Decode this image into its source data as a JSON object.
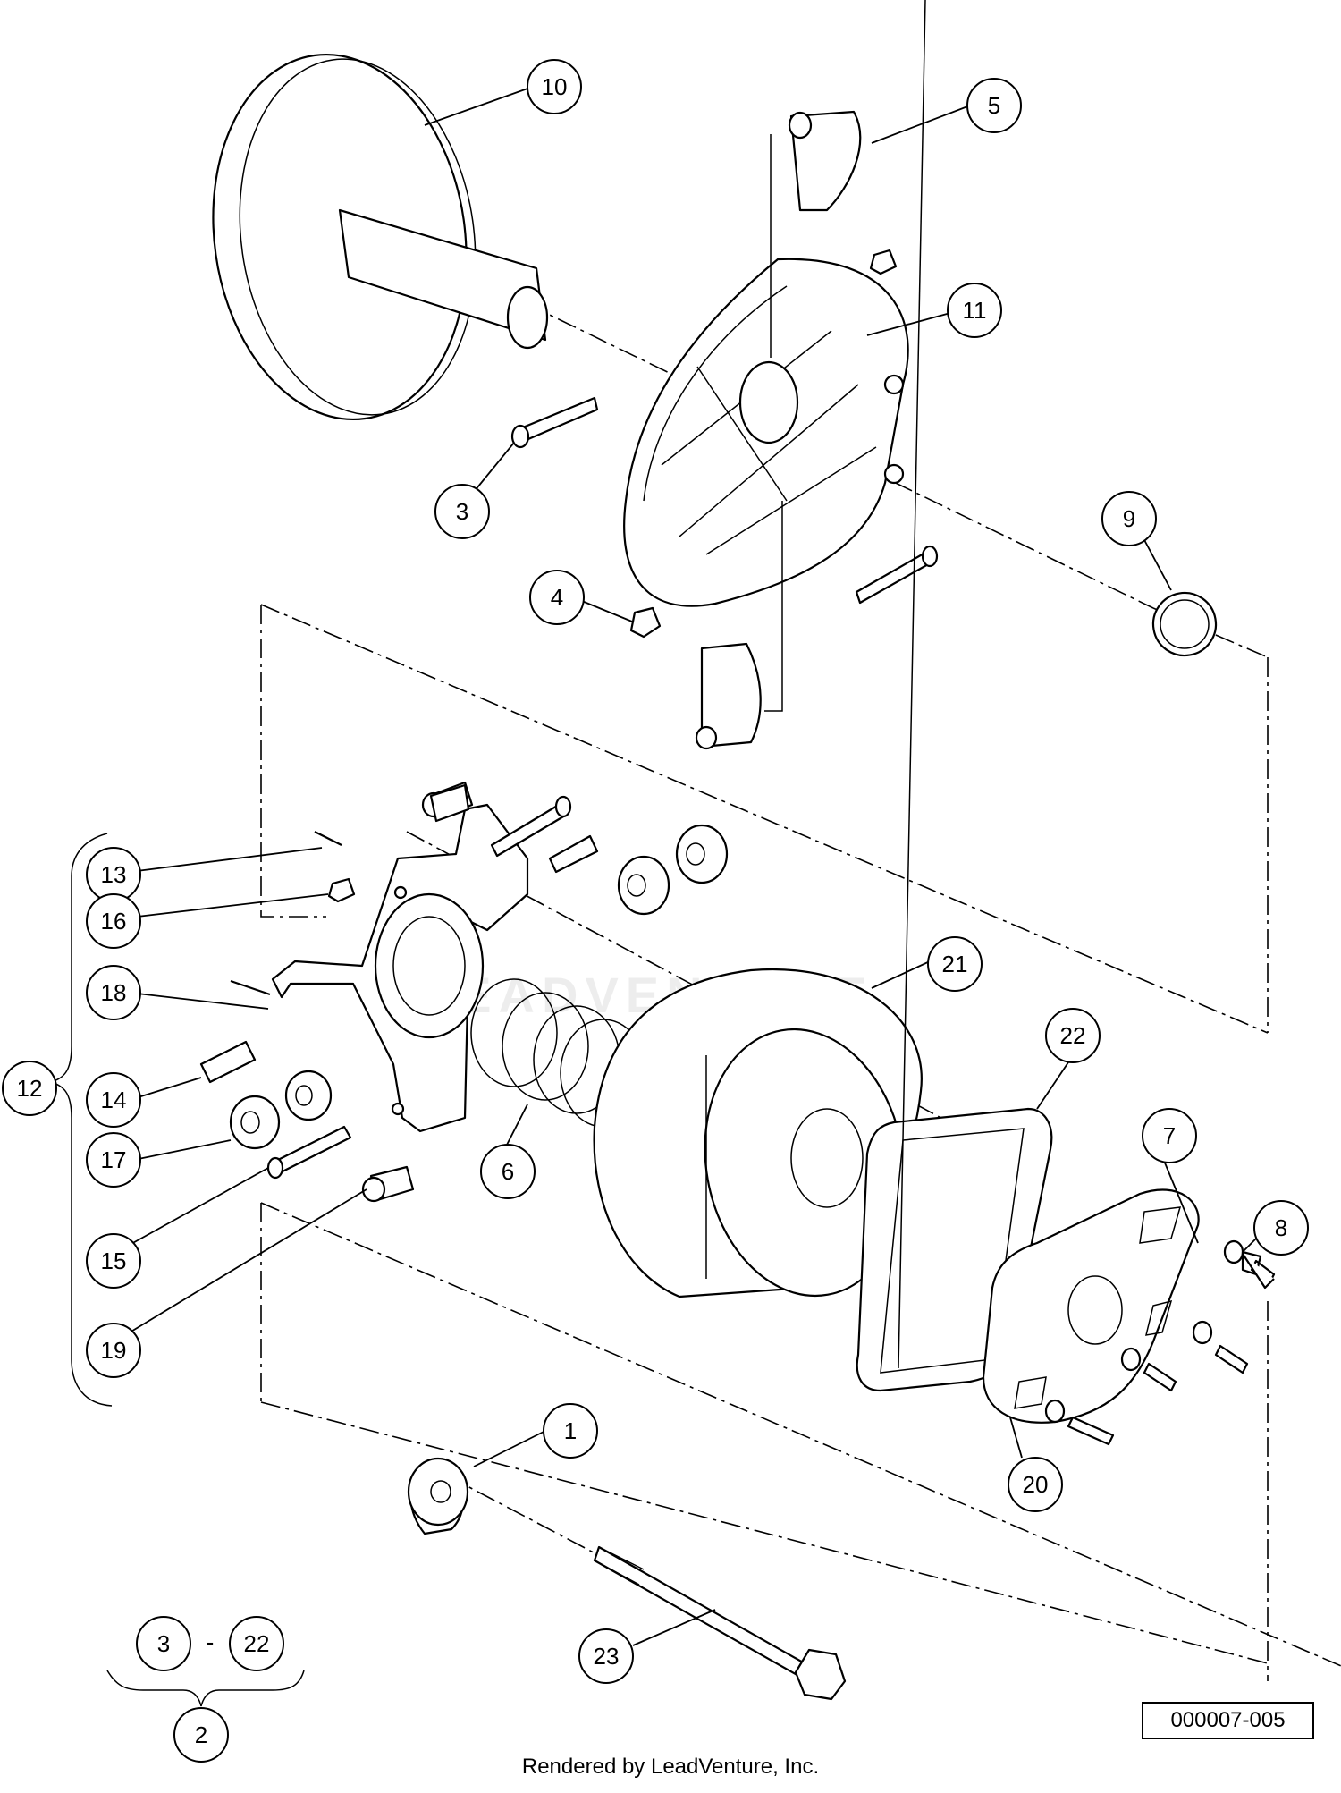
{
  "diagram": {
    "callouts": [
      {
        "label": "10"
      },
      {
        "label": "5"
      },
      {
        "label": "11"
      },
      {
        "label": "3"
      },
      {
        "label": "9"
      },
      {
        "label": "4"
      },
      {
        "label": "13"
      },
      {
        "label": "16"
      },
      {
        "label": "18"
      },
      {
        "label": "12"
      },
      {
        "label": "14"
      },
      {
        "label": "17"
      },
      {
        "label": "15"
      },
      {
        "label": "19"
      },
      {
        "label": "6"
      },
      {
        "label": "21"
      },
      {
        "label": "22"
      },
      {
        "label": "7"
      },
      {
        "label": "8"
      },
      {
        "label": "20"
      },
      {
        "label": "1"
      },
      {
        "label": "23"
      },
      {
        "label": "3"
      },
      {
        "label": "22"
      },
      {
        "label": "2"
      }
    ],
    "range_separator": "-",
    "watermark": "LEADVENTURE",
    "reference_number": "000007-005",
    "credit": "Rendered by LeadVenture, Inc."
  }
}
